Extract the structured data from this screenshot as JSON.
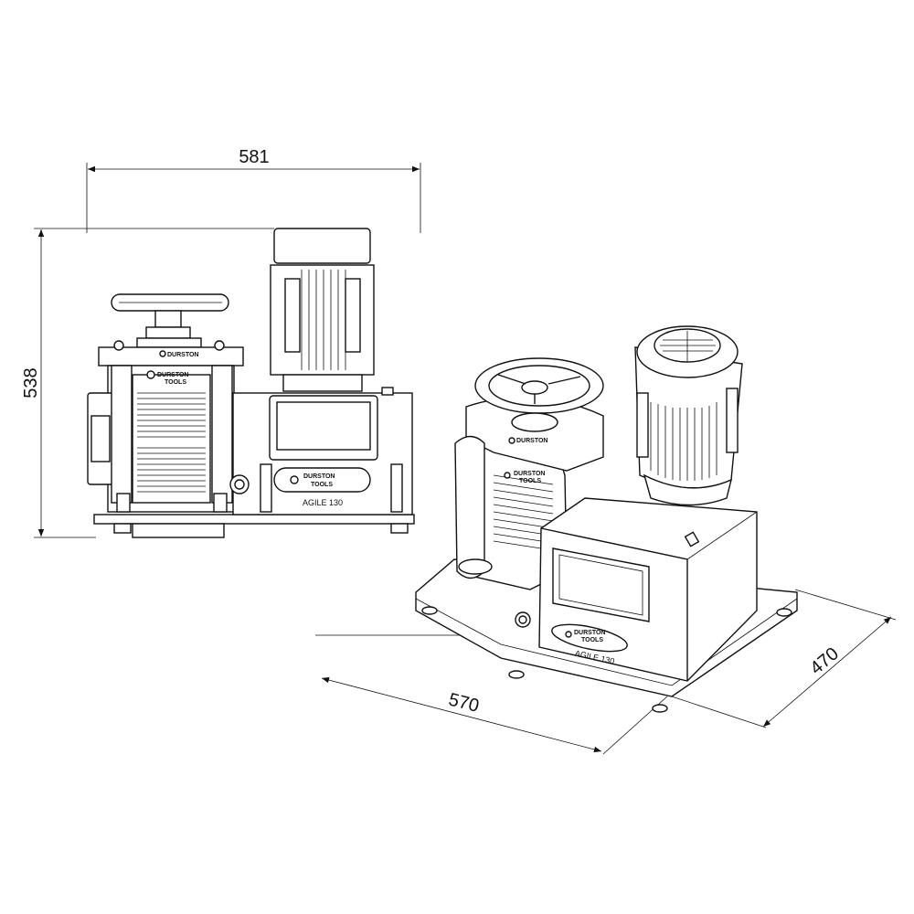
{
  "dimensions": {
    "width": "581",
    "height": "538",
    "length": "570",
    "depth": "470"
  },
  "front_view": {
    "brand_line1": "DURSTON",
    "brand_line2": "TOOLS",
    "model_label": "AGILE 130"
  },
  "iso_view": {
    "brand_line1": "DURSTON",
    "brand_line2": "TOOLS",
    "model_label": "AGILE 130"
  }
}
